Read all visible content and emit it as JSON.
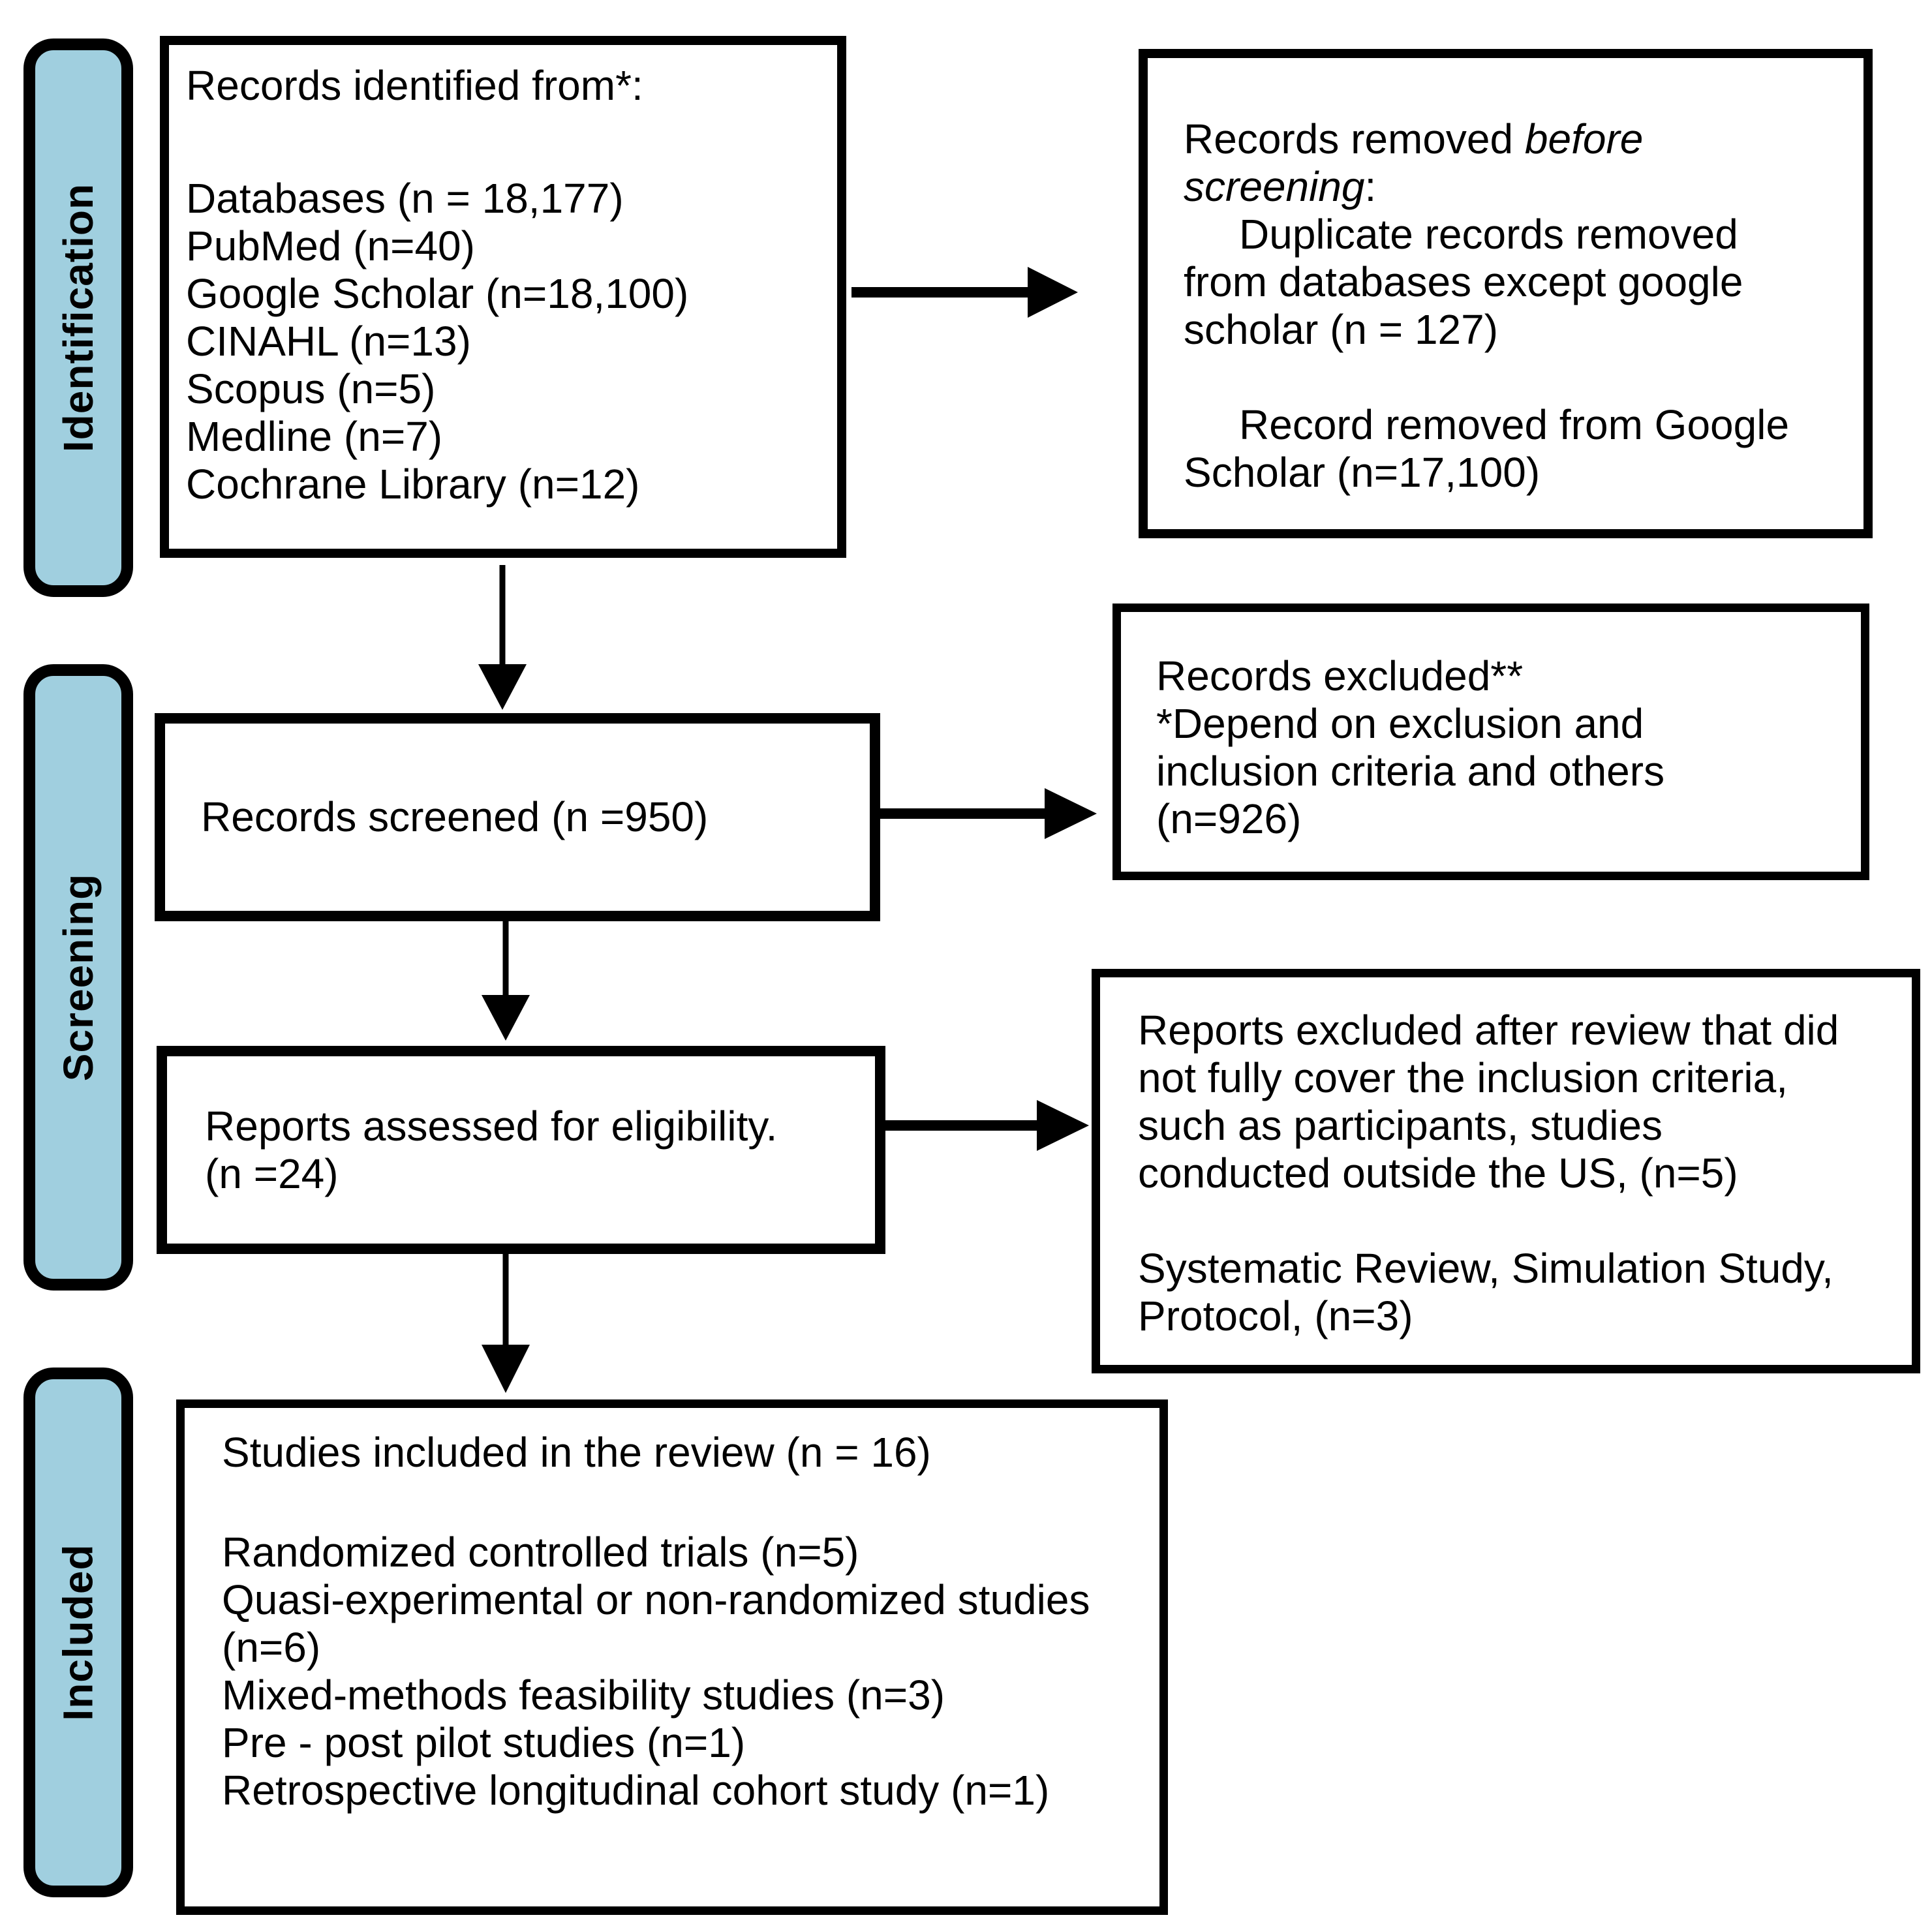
{
  "diagram": {
    "stages": [
      {
        "id": "identification",
        "label": "Identification"
      },
      {
        "id": "screening",
        "label": "Screening"
      },
      {
        "id": "included",
        "label": "Included"
      }
    ],
    "boxes": {
      "identified": {
        "title": "Records identified from*:",
        "lines": [
          "Databases (n = 18,177)",
          "PubMed (n=40)",
          "Google Scholar (n=18,100)",
          "CINAHL (n=13)",
          "Scopus (n=5)",
          "Medline (n=7)",
          "Cochrane Library (n=12)"
        ]
      },
      "removed_before_screening": {
        "title_prefix": "Records removed ",
        "title_italic": "before screening",
        "title_suffix": ":",
        "paragraph1": "Duplicate records removed from databases except google scholar (n = 127)",
        "paragraph2": "Record removed from Google Scholar (n=17,100)"
      },
      "screened": {
        "text": "Records screened (n =950)"
      },
      "records_excluded": {
        "lines": [
          "Records excluded**",
          "*Depend on exclusion and",
          "inclusion criteria and others",
          "(n=926)"
        ]
      },
      "assessed": {
        "lines": [
          "Reports assessed for eligibility.",
          "(n =24)"
        ]
      },
      "reports_excluded": {
        "paragraph1_lines": [
          "Reports excluded after review that did",
          "not fully cover the inclusion criteria,",
          "such as participants, studies",
          "conducted outside the US, (n=5)"
        ],
        "paragraph2_lines": [
          "Systematic Review, Simulation Study,",
          "Protocol, (n=3)"
        ]
      },
      "included_studies": {
        "title": "Studies included in the review (n = 16)",
        "lines": [
          "Randomized controlled trials (n=5)",
          "Quasi-experimental or non-randomized studies",
          "(n=6)",
          "Mixed-methods feasibility studies (n=3)",
          "Pre - post pilot studies (n=1)",
          "Retrospective longitudinal cohort study (n=1)"
        ]
      }
    },
    "colors": {
      "stage_fill": "#A0CFDF",
      "line": "#000000",
      "box_bg": "#FFFFFF"
    }
  }
}
